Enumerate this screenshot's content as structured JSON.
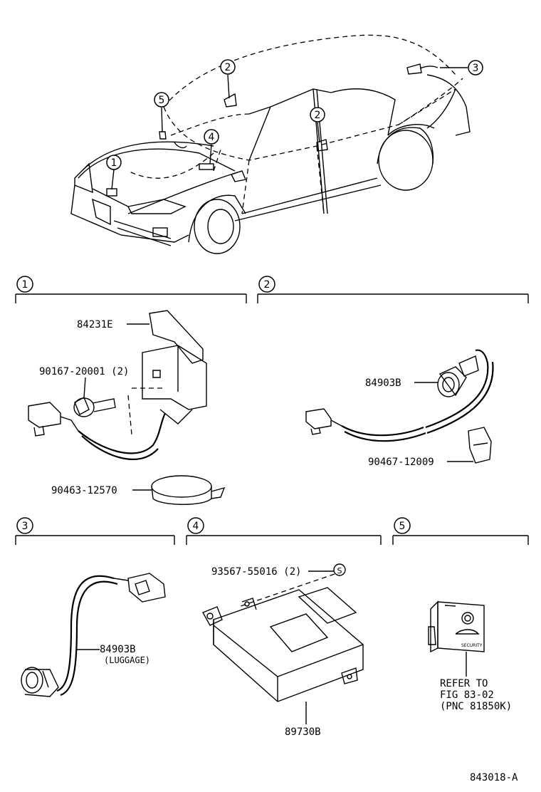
{
  "car_callouts": [
    "1",
    "2",
    "2",
    "3",
    "4",
    "5"
  ],
  "sections": [
    {
      "number": "1"
    },
    {
      "number": "2"
    },
    {
      "number": "3"
    },
    {
      "number": "4"
    },
    {
      "number": "5"
    }
  ],
  "parts": {
    "p84231E": "84231E",
    "p90167": "90167-20001 (2)",
    "p90463": "90463-12570",
    "p84903B_a": "84903B",
    "p90467": "90467-12009",
    "p84903B_b": "84903B",
    "p84903B_b_note": "(LUGGAGE)",
    "p93567": "93567-55016 (2)",
    "p89730B": "89730B",
    "refer_line1": "REFER TO",
    "refer_line2": "FIG 83-02",
    "refer_line3": "(PNC 81850K)",
    "security_text": "SECURITY"
  },
  "figure_id": "843018-A"
}
